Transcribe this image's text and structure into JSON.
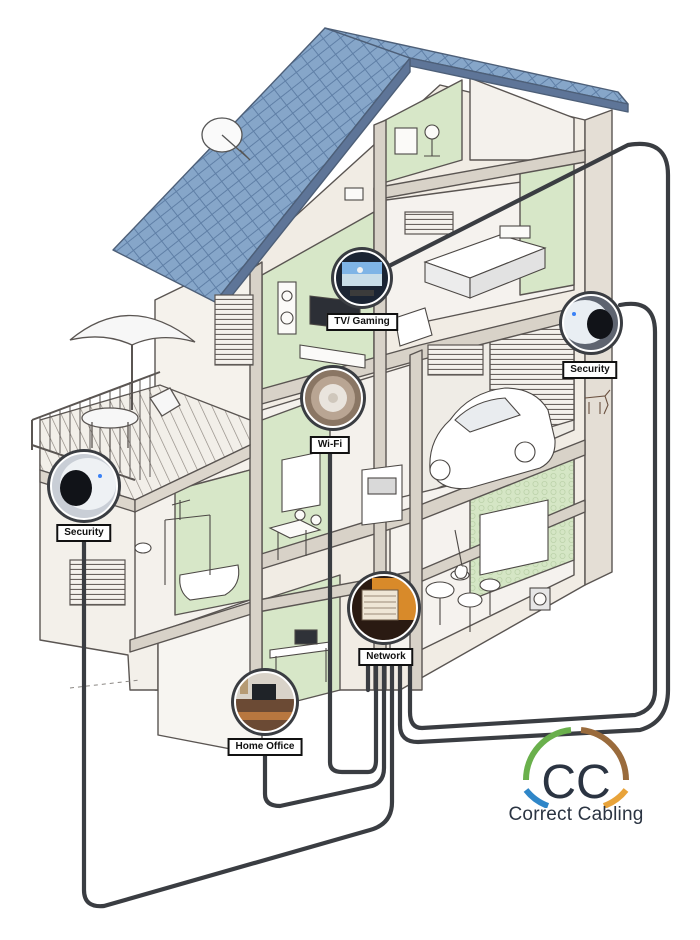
{
  "labels": {
    "tv_gaming": "TV/ Gaming",
    "security_right": "Security",
    "wifi": "Wi-Fi",
    "security_left": "Security",
    "network": "Network",
    "home_office": "Home Office"
  },
  "brand": {
    "initials": "CC",
    "name": "Correct Cabling"
  },
  "colors": {
    "cable": "#3a3d42",
    "roof": "#7f9fc4",
    "wall": "#f1ece4",
    "room_green": "#d7e7c8",
    "outline": "#5a5552",
    "brand_green": "#6ab04c",
    "brand_blue": "#2f86c8",
    "brand_brown": "#9a6b3c",
    "brand_orange": "#e8a33a"
  }
}
